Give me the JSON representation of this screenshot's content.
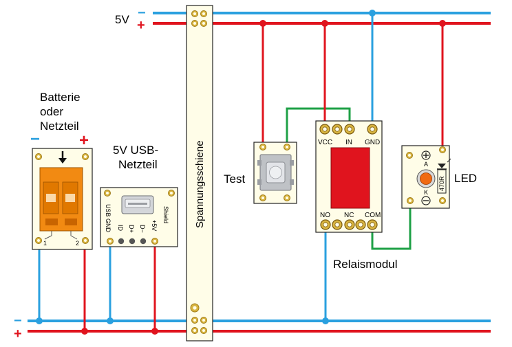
{
  "colors": {
    "minus_wire": "#2aa0df",
    "plus_wire": "#e0141e",
    "signal_wire": "#1ea046",
    "terminal_orange": "#f28a12",
    "board_fill": "#fffde8",
    "pad_gold": "#d8b440",
    "relay_body": "#e0141e"
  },
  "supply": {
    "voltage": "5V",
    "minus_sign": "−",
    "plus_sign": "+"
  },
  "bottom_rail": {
    "minus_sign": "−",
    "plus_sign": "+"
  },
  "battery": {
    "title_line1": "Batterie",
    "title_line2": "oder",
    "title_line3": "Netzteil",
    "minus_sign": "−",
    "plus_sign": "+",
    "pin1": "1",
    "pin2": "2",
    "arrow_icon": "arrow-down-icon"
  },
  "usb": {
    "title_line1": "5V USB-",
    "title_line2": "Netzteil",
    "pins": [
      "USB",
      "GND",
      "ID",
      "D+",
      "D−",
      "+5V",
      "Shield"
    ]
  },
  "rail_strip": {
    "label": "Spannungsschiene"
  },
  "button": {
    "label": "Test"
  },
  "relay": {
    "label": "Relaismodul",
    "top_pins": [
      "VCC",
      "IN",
      "GND"
    ],
    "bottom_pins": [
      "NO",
      "NC",
      "COM"
    ]
  },
  "led": {
    "label": "LED",
    "anode": "A",
    "cathode": "K",
    "resistor": "470R",
    "plus_icon": "plus-circle-icon",
    "minus_icon": "minus-circle-icon"
  }
}
